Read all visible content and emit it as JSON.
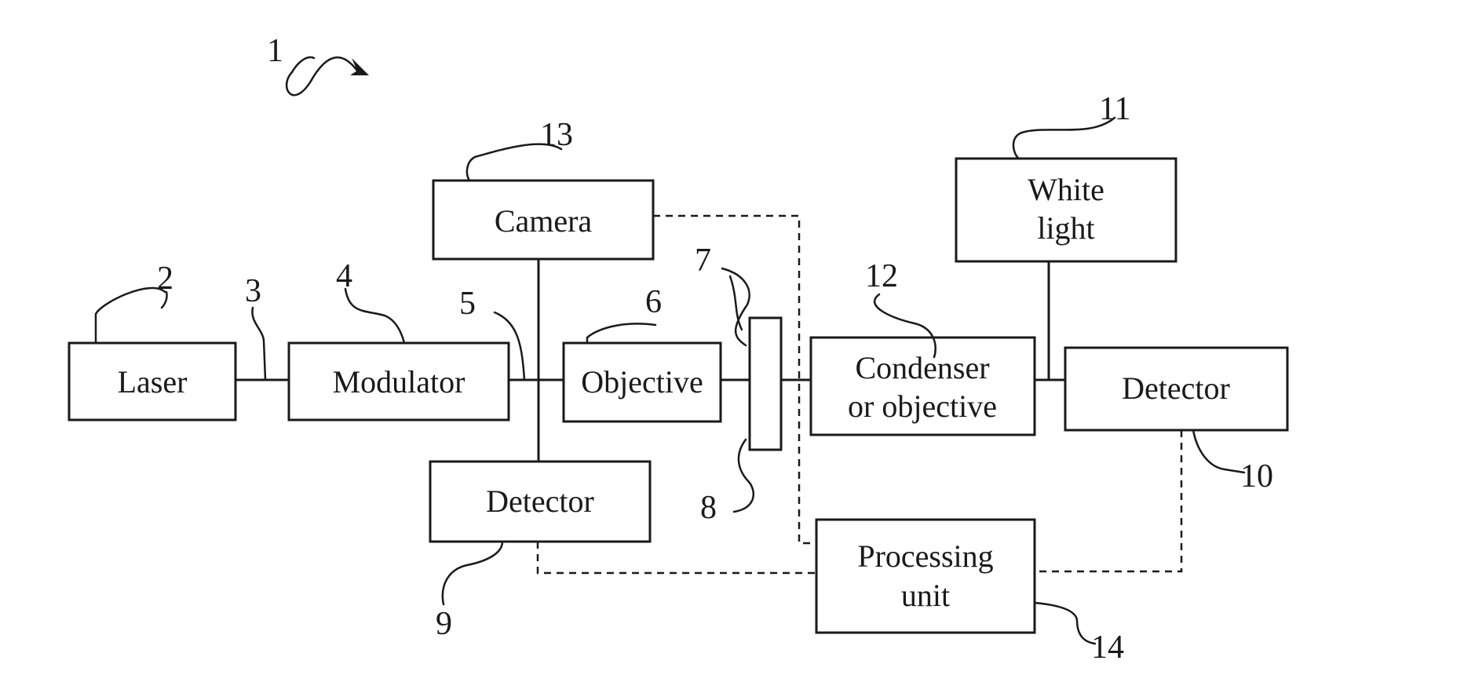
{
  "boxes": {
    "laser": "Laser",
    "modulator": "Modulator",
    "camera": "Camera",
    "objective": "Objective",
    "detector_left": "Detector",
    "condenser_line1": "Condenser",
    "condenser_line2": "or objective",
    "white_light_line1": "White",
    "white_light_line2": "light",
    "detector_right": "Detector",
    "processing_line1": "Processing",
    "processing_line2": "unit"
  },
  "reference_numerals": {
    "system": "1",
    "laser": "2",
    "laser_path": "3",
    "modulator": "4",
    "junction": "5",
    "objective": "6",
    "sample_front": "7",
    "sample": "8",
    "detector_left": "9",
    "detector_right": "10",
    "white_light": "11",
    "condenser": "12",
    "camera": "13",
    "processing_unit": "14"
  }
}
